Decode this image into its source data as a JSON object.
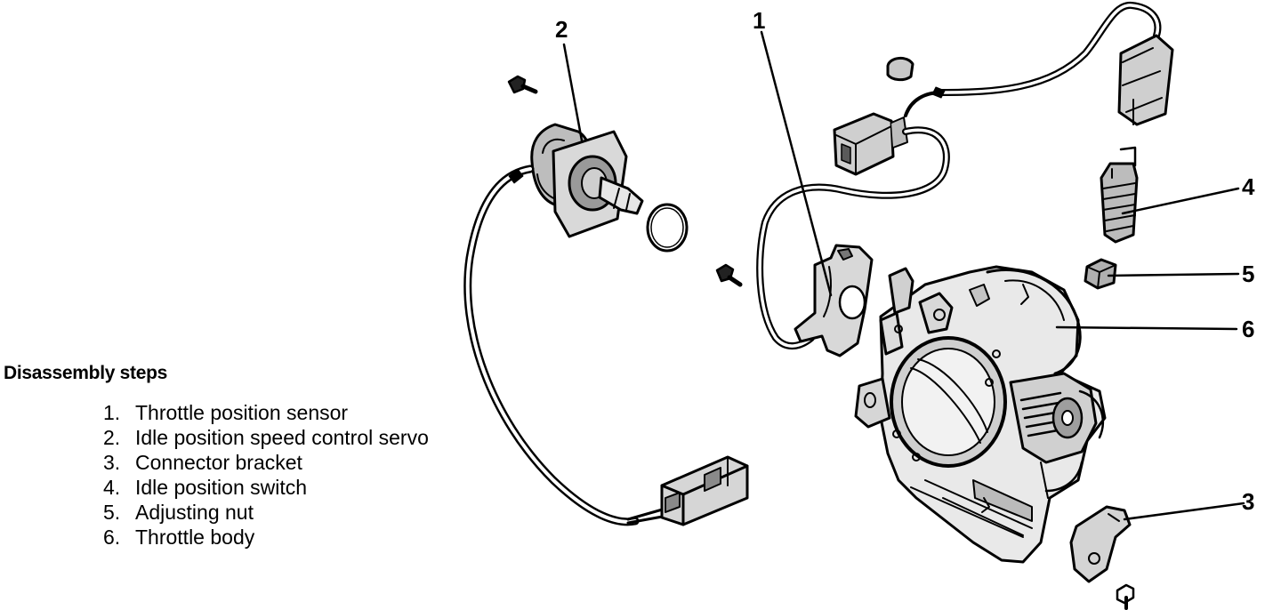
{
  "callouts": {
    "c1": "1",
    "c2": "2",
    "c3": "3",
    "c4": "4",
    "c5": "5",
    "c6": "6"
  },
  "legend": {
    "title": "Disassembly steps",
    "steps": [
      {
        "number": "1.",
        "label": "Throttle position sensor"
      },
      {
        "number": "2.",
        "label": "Idle position speed control servo"
      },
      {
        "number": "3.",
        "label": "Connector bracket"
      },
      {
        "number": "4.",
        "label": "Idle position switch"
      },
      {
        "number": "5.",
        "label": "Adjusting nut"
      },
      {
        "number": "6.",
        "label": "Throttle body"
      }
    ]
  }
}
